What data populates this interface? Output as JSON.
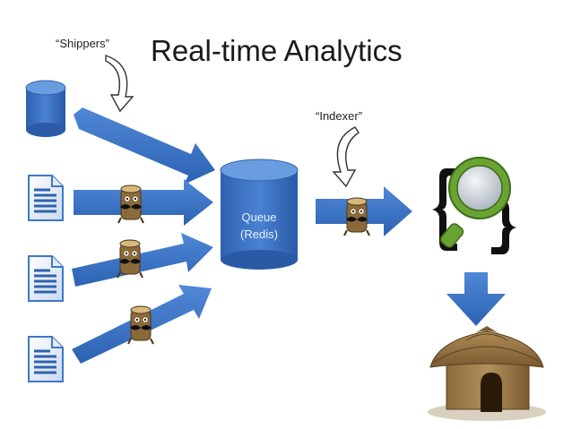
{
  "title": "Real-time Analytics",
  "labels": {
    "shippers": "“Shippers”",
    "indexer": "“Indexer”"
  },
  "queue": {
    "line1": "Queue",
    "line2": "(Redis)"
  },
  "colors": {
    "arrow_blue": "#3a73c9",
    "cylinder_blue": "#3a72c4",
    "search_green": "#6aa332",
    "hut_brown": "#9a7a4a",
    "log_brown": "#8b6a3a"
  },
  "icons": [
    "database-icon",
    "document-icon",
    "log-mascot-icon",
    "queue-cylinder-icon",
    "search-index-icon",
    "hut-icon",
    "curved-pointer-arrow-icon"
  ]
}
